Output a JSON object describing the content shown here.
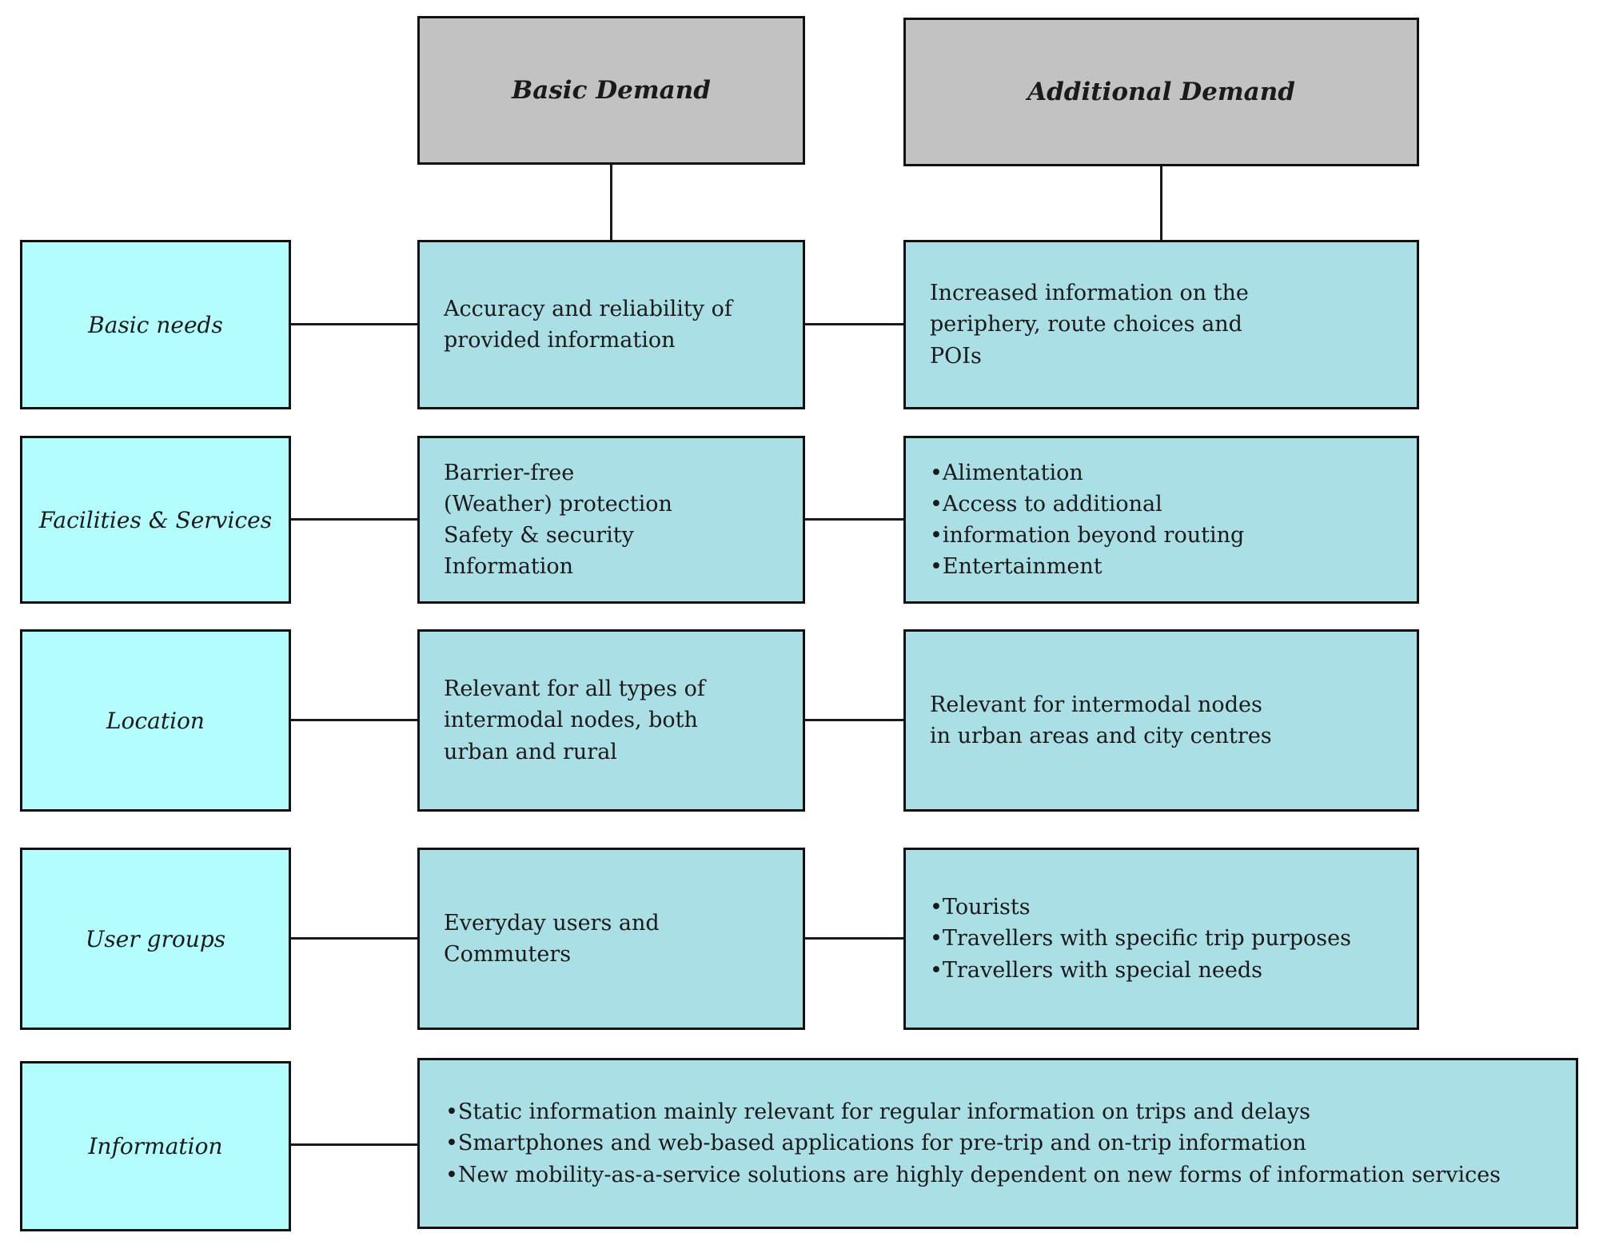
{
  "columns": [
    {
      "label": "Basic Demand"
    },
    {
      "label": "Additional Demand"
    }
  ],
  "rows": [
    {
      "label": "Basic needs",
      "basic": "Accuracy and reliability of\nprovided information",
      "additional": "Increased information on the\nperiphery, route choices and\nPOIs"
    },
    {
      "label": "Facilities & Services",
      "basic": "Barrier-free\n(Weather) protection\nSafety & security\nInformation",
      "additional": "•Alimentation\n•Access to additional\n•information beyond routing\n•Entertainment"
    },
    {
      "label": "Location",
      "basic": "Relevant for all types of\nintermodal nodes, both\nurban and rural",
      "additional": "Relevant for intermodal nodes\nin urban areas and city centres"
    },
    {
      "label": "User groups",
      "basic": "Everyday users and\nCommuters",
      "additional": "•Tourists\n•Travellers with specific trip purposes\n•Travellers with special needs"
    },
    {
      "label": "Information",
      "combined": "•Static information mainly relevant for regular information on trips and delays\n•Smartphones and web-based applications for pre-trip and on-trip information\n•New mobility-as-a-service solutions are highly dependent on new forms of information services"
    }
  ],
  "colors": {
    "header_bg": "#C2C2C2",
    "label_bg": "#B3FDFF",
    "content_bg": "#AADFE5",
    "border": "#111111",
    "text": "#1a1a1a"
  }
}
